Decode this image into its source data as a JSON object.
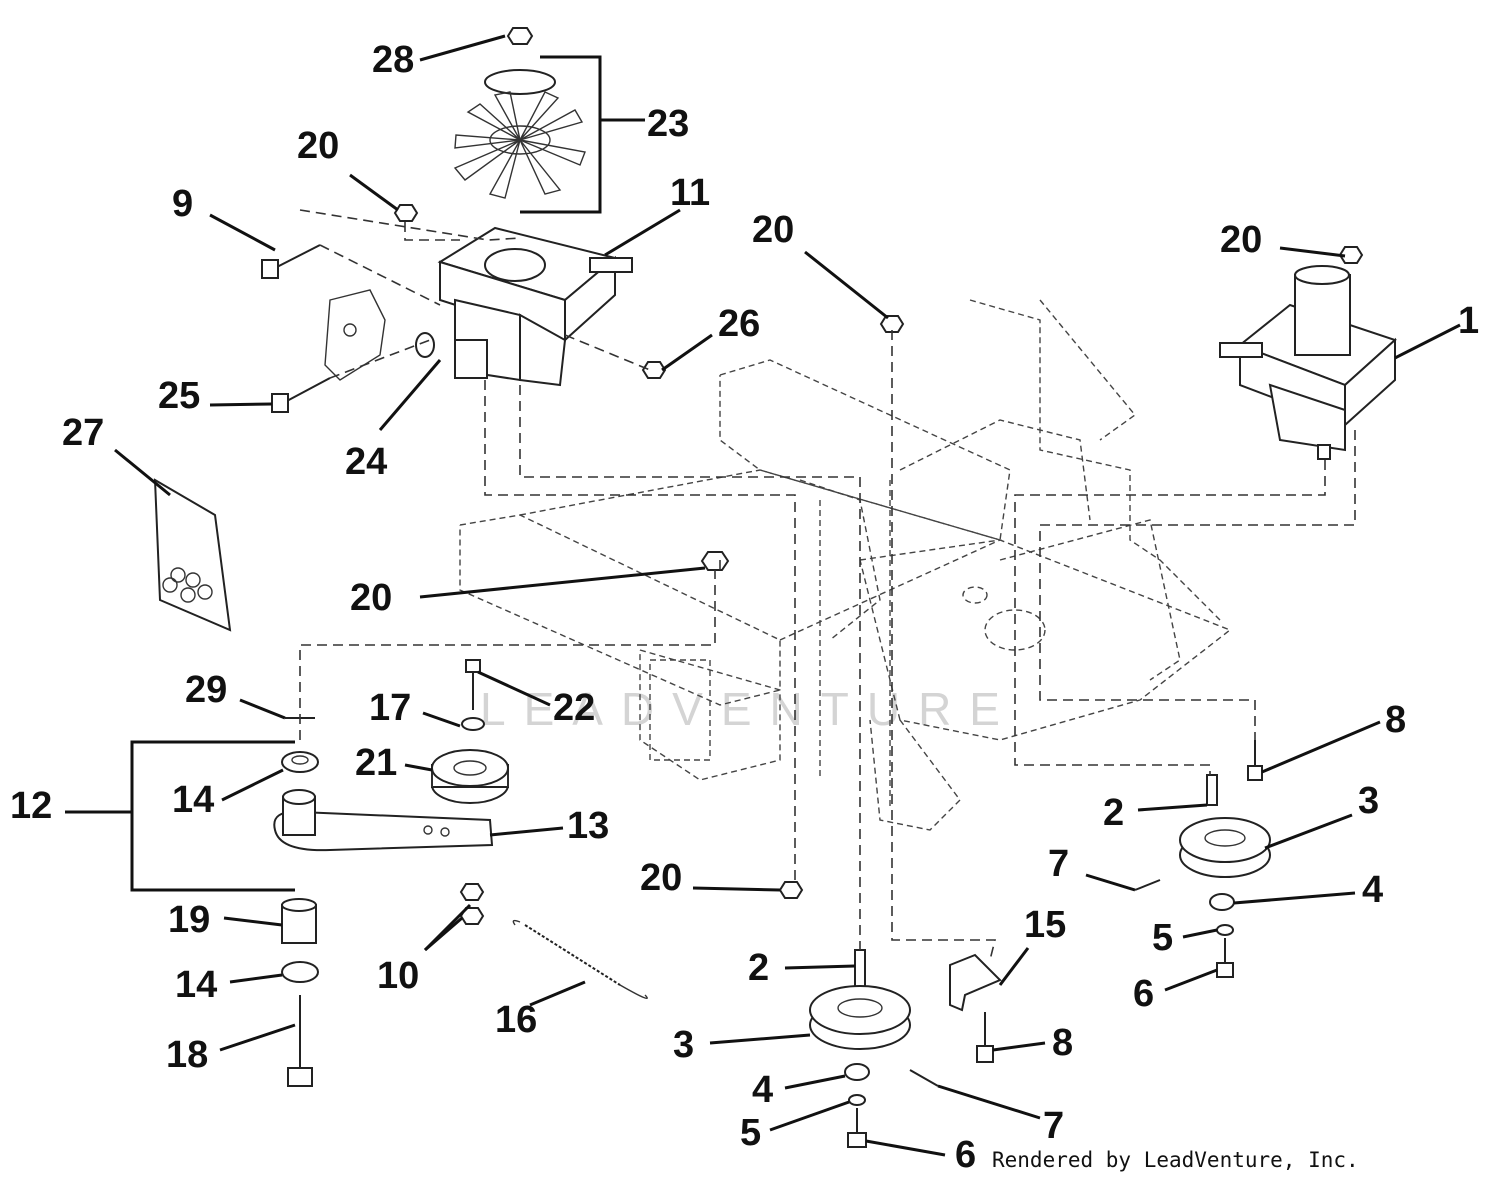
{
  "callouts": [
    {
      "id": "28",
      "label": "28"
    },
    {
      "id": "23",
      "label": "23"
    },
    {
      "id": "20a",
      "label": "20"
    },
    {
      "id": "9",
      "label": "9"
    },
    {
      "id": "11",
      "label": "11"
    },
    {
      "id": "20b",
      "label": "20"
    },
    {
      "id": "20c",
      "label": "20"
    },
    {
      "id": "1",
      "label": "1"
    },
    {
      "id": "26",
      "label": "26"
    },
    {
      "id": "25",
      "label": "25"
    },
    {
      "id": "24",
      "label": "24"
    },
    {
      "id": "27",
      "label": "27"
    },
    {
      "id": "20d",
      "label": "20"
    },
    {
      "id": "29",
      "label": "29"
    },
    {
      "id": "17",
      "label": "17"
    },
    {
      "id": "22",
      "label": "22"
    },
    {
      "id": "21",
      "label": "21"
    },
    {
      "id": "12",
      "label": "12"
    },
    {
      "id": "14a",
      "label": "14"
    },
    {
      "id": "13",
      "label": "13"
    },
    {
      "id": "8a",
      "label": "8"
    },
    {
      "id": "2a",
      "label": "2"
    },
    {
      "id": "3a",
      "label": "3"
    },
    {
      "id": "7a",
      "label": "7"
    },
    {
      "id": "4a",
      "label": "4"
    },
    {
      "id": "20e",
      "label": "20"
    },
    {
      "id": "19",
      "label": "19"
    },
    {
      "id": "5a",
      "label": "5"
    },
    {
      "id": "15",
      "label": "15"
    },
    {
      "id": "10",
      "label": "10"
    },
    {
      "id": "2b",
      "label": "2"
    },
    {
      "id": "14b",
      "label": "14"
    },
    {
      "id": "6a",
      "label": "6"
    },
    {
      "id": "16",
      "label": "16"
    },
    {
      "id": "3b",
      "label": "3"
    },
    {
      "id": "8b",
      "label": "8"
    },
    {
      "id": "18",
      "label": "18"
    },
    {
      "id": "4b",
      "label": "4"
    },
    {
      "id": "7b",
      "label": "7"
    },
    {
      "id": "5b",
      "label": "5"
    },
    {
      "id": "6b",
      "label": "6"
    }
  ],
  "credit": "Rendered by LeadVenture, Inc.",
  "watermark": "LEADVENTURE"
}
